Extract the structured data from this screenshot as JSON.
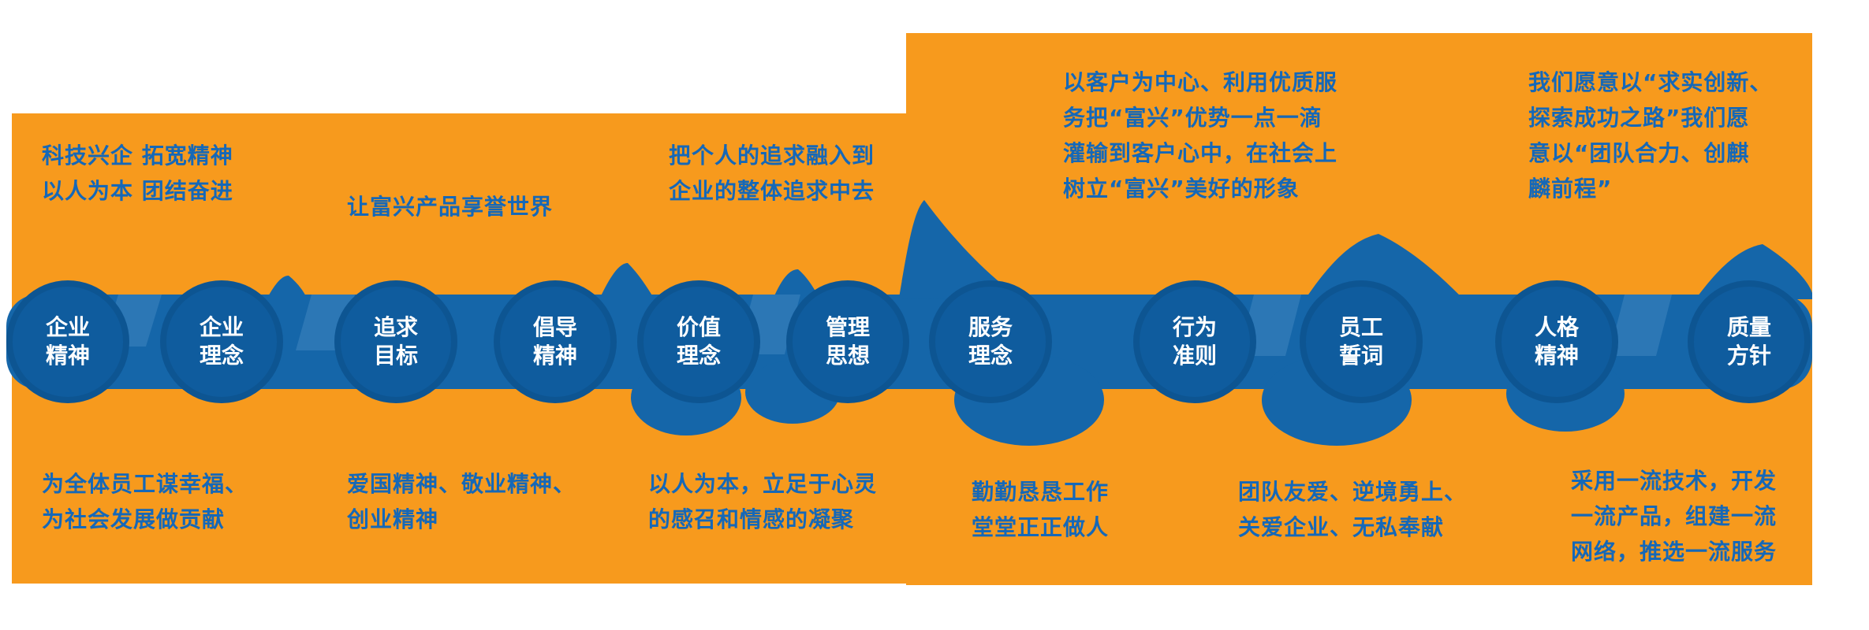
{
  "colors": {
    "orange": "#F79A1D",
    "blue_text": "#1568B8",
    "band": "#1566A9",
    "circle": "#0F5C9E"
  },
  "nodes": [
    {
      "line1": "企业",
      "line2": "精神"
    },
    {
      "line1": "企业",
      "line2": "理念"
    },
    {
      "line1": "追求",
      "line2": "目标"
    },
    {
      "line1": "倡导",
      "line2": "精神"
    },
    {
      "line1": "价值",
      "line2": "理念"
    },
    {
      "line1": "管理",
      "line2": "思想"
    },
    {
      "line1": "服务",
      "line2": "理念"
    },
    {
      "line1": "行为",
      "line2": "准则"
    },
    {
      "line1": "员工",
      "line2": "誓词"
    },
    {
      "line1": "人格",
      "line2": "精神"
    },
    {
      "line1": "质量",
      "line2": "方针"
    }
  ],
  "top_notes": [
    {
      "text": "科技兴企  拓宽精神\n以人为本  团结奋进"
    },
    {
      "text": "让富兴产品享誉世界"
    },
    {
      "text": "把个人的追求融入到\n企业的整体追求中去"
    },
    {
      "text": "以客户为中心、利用优质服\n务把“富兴”优势一点一滴\n灌输到客户心中，在社会上\n树立“富兴”美好的形象"
    },
    {
      "text": "我们愿意以“求实创新、\n探索成功之路”我们愿\n意以“团队合力、创麒\n麟前程”"
    }
  ],
  "bottom_notes": [
    {
      "text": "为全体员工谋幸福、\n为社会发展做贡献"
    },
    {
      "text": "爱国精神、敬业精神、\n创业精神"
    },
    {
      "text": "以人为本，立足于心灵\n的感召和情感的凝聚"
    },
    {
      "text": "勤勤恳恳工作\n堂堂正正做人"
    },
    {
      "text": "团队友爱、逆境勇上、\n关爱企业、无私奉献"
    },
    {
      "text": "采用一流技术，开发\n一流产品，组建一流\n网络，推选一流服务"
    }
  ]
}
